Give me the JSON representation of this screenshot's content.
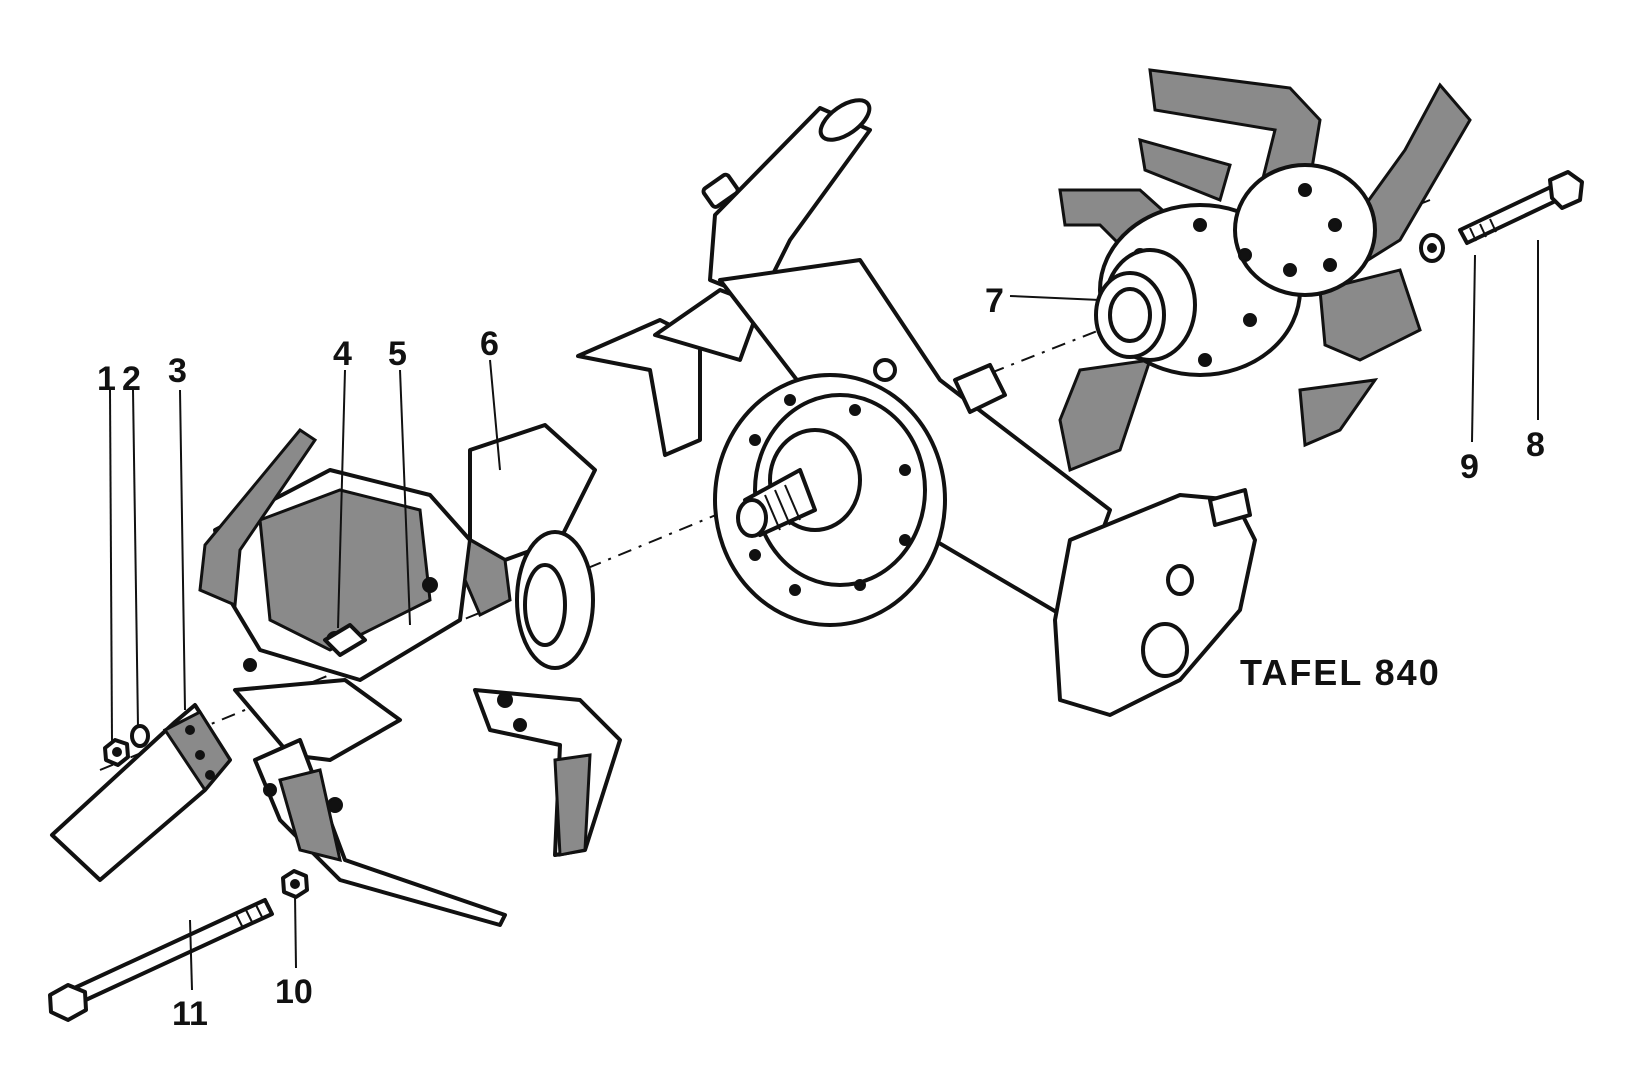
{
  "plate": {
    "title": "TAFEL 840"
  },
  "callouts": [
    {
      "id": "1",
      "label": "1"
    },
    {
      "id": "2",
      "label": "2"
    },
    {
      "id": "3",
      "label": "3"
    },
    {
      "id": "4",
      "label": "4"
    },
    {
      "id": "5",
      "label": "5"
    },
    {
      "id": "6",
      "label": "6"
    },
    {
      "id": "7",
      "label": "7"
    },
    {
      "id": "8",
      "label": "8"
    },
    {
      "id": "9",
      "label": "9"
    },
    {
      "id": "10",
      "label": "10"
    },
    {
      "id": "11",
      "label": "11"
    }
  ],
  "colors": {
    "ink": "#111111",
    "paper": "#ffffff",
    "shade": "#8a8a8a"
  }
}
